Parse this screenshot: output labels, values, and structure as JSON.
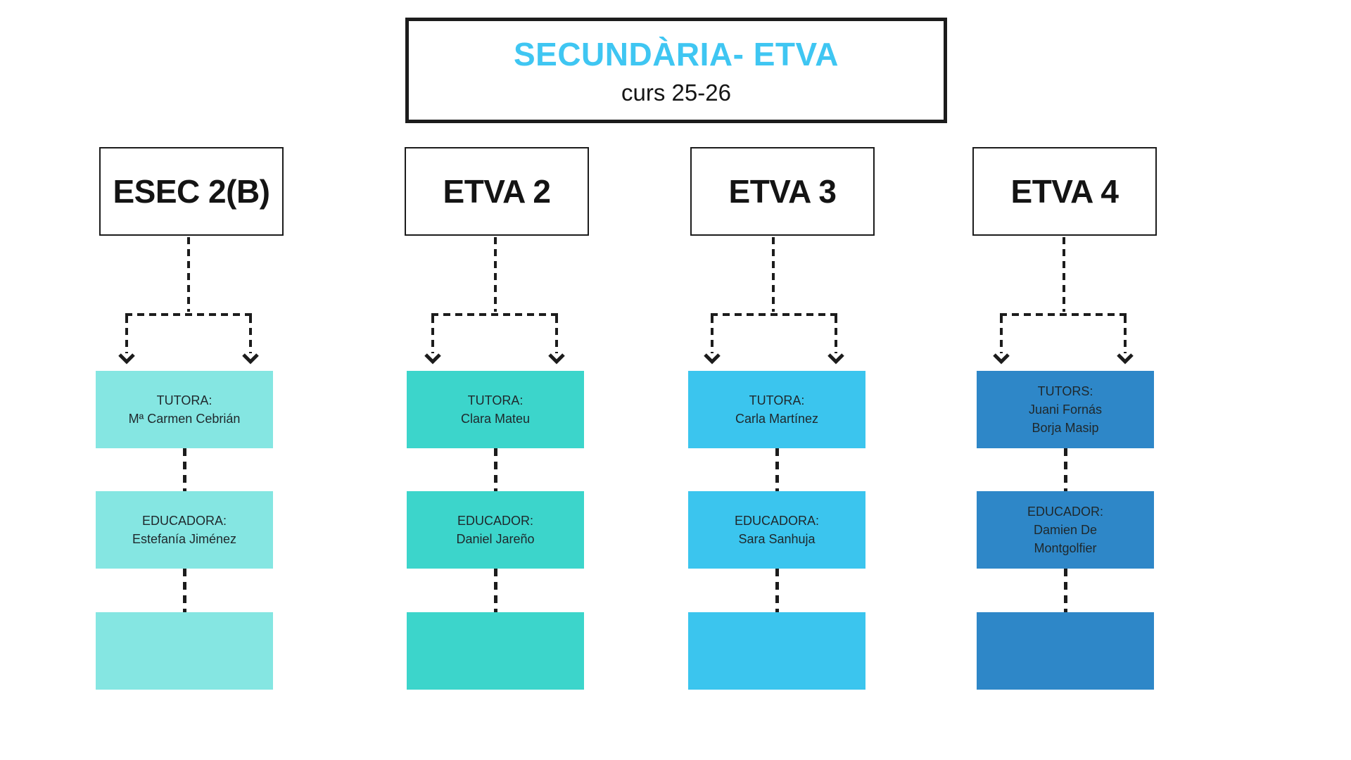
{
  "title": {
    "main": "SECUNDÀRIA- ETVA",
    "subtitle": "curs 25-26"
  },
  "colors": {
    "title_accent": "#3FC6F2",
    "line": "#1c1c1c",
    "esec2b": "#85E6E2",
    "etva2": "#3CD5CB",
    "etva3": "#3BC5EE",
    "etva4": "#2E87C8"
  },
  "columns": [
    {
      "header": "ESEC 2(B)",
      "color": "#85E6E2",
      "boxes": [
        {
          "lines": [
            "TUTORA:",
            "Mª Carmen Cebrián"
          ]
        },
        {
          "lines": [
            "EDUCADORA:",
            "Estefanía Jiménez"
          ]
        },
        {
          "lines": []
        }
      ]
    },
    {
      "header": "ETVA 2",
      "color": "#3CD5CB",
      "boxes": [
        {
          "lines": [
            "TUTORA:",
            "Clara Mateu"
          ]
        },
        {
          "lines": [
            "EDUCADOR:",
            "Daniel Jareño"
          ]
        },
        {
          "lines": []
        }
      ]
    },
    {
      "header": "ETVA 3",
      "color": "#3BC5EE",
      "boxes": [
        {
          "lines": [
            "TUTORA:",
            "Carla Martínez"
          ]
        },
        {
          "lines": [
            "EDUCADORA:",
            "Sara Sanhuja"
          ]
        },
        {
          "lines": []
        }
      ]
    },
    {
      "header": "ETVA 4",
      "color": "#2E87C8",
      "boxes": [
        {
          "lines": [
            "TUTORS:",
            "Juani Fornás",
            "Borja Masip"
          ]
        },
        {
          "lines": [
            "EDUCADOR:",
            "Damien De",
            "Montgolfier"
          ]
        },
        {
          "lines": []
        }
      ]
    }
  ]
}
